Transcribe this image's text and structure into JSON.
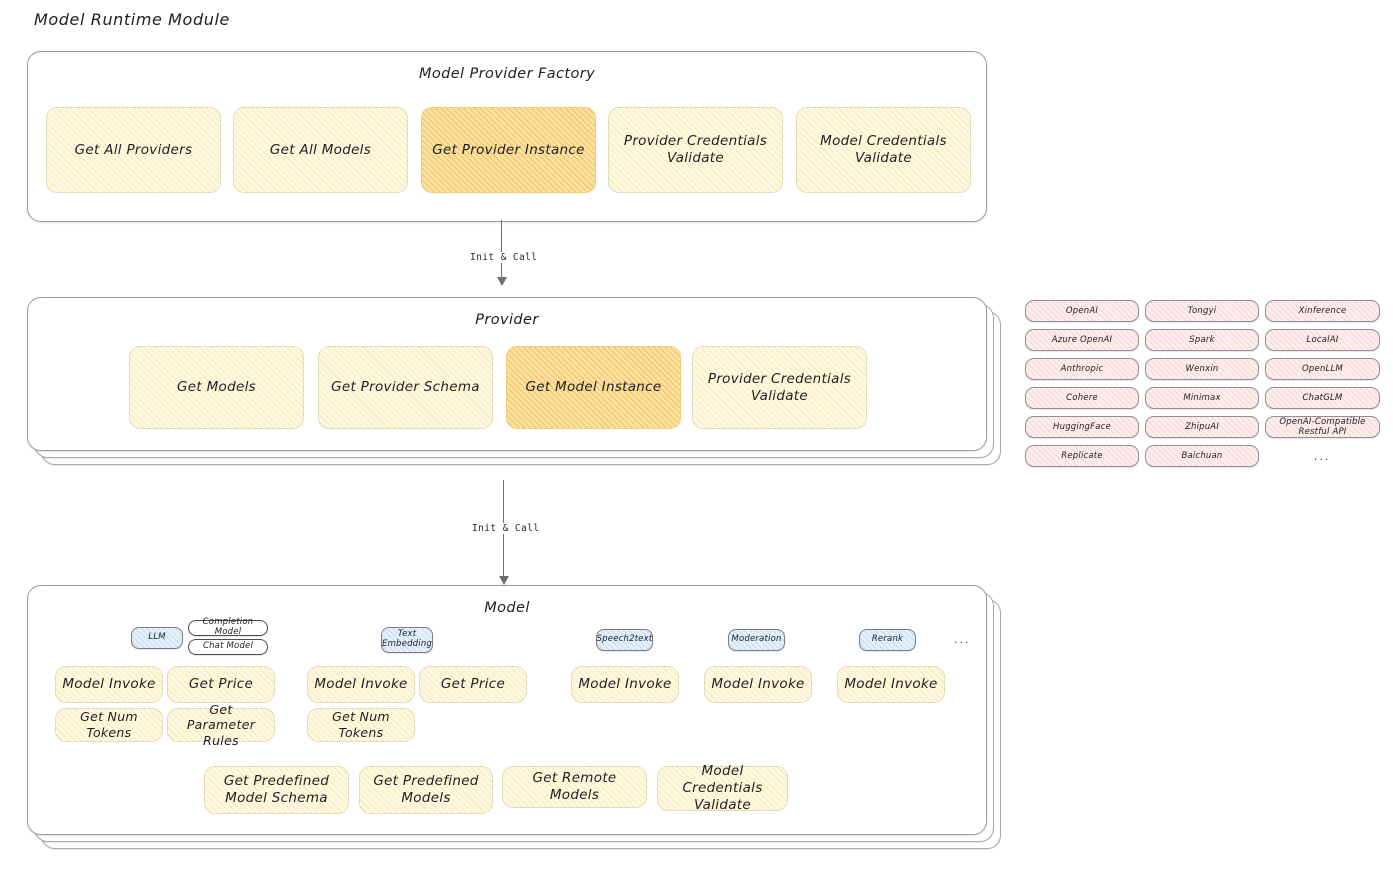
{
  "page": {
    "title": "Model Runtime Module"
  },
  "arrows": [
    {
      "label": "Init & Call"
    },
    {
      "label": "Init & Call"
    }
  ],
  "factory": {
    "title": "Model Provider Factory",
    "items": [
      {
        "label": "Get All Providers",
        "highlighted": false
      },
      {
        "label": "Get All Models",
        "highlighted": false
      },
      {
        "label": "Get Provider Instance",
        "highlighted": true
      },
      {
        "label": "Provider Credentials Validate",
        "highlighted": false
      },
      {
        "label": "Model Credentials Validate",
        "highlighted": false
      }
    ]
  },
  "provider": {
    "title": "Provider",
    "items": [
      {
        "label": "Get Models",
        "highlighted": false
      },
      {
        "label": "Get Provider Schema",
        "highlighted": false
      },
      {
        "label": "Get Model Instance",
        "highlighted": true
      },
      {
        "label": "Provider Credentials Validate",
        "highlighted": false
      }
    ]
  },
  "provider_list": {
    "columns": [
      {
        "items": [
          "OpenAI",
          "Azure OpenAI",
          "Anthropic",
          "Cohere",
          "HuggingFace",
          "Replicate"
        ]
      },
      {
        "items": [
          "Tongyi",
          "Spark",
          "Wenxin",
          "Minimax",
          "ZhipuAI",
          "Baichuan"
        ]
      },
      {
        "items": [
          "Xinference",
          "LocalAI",
          "OpenLLM",
          "ChatGLM",
          "OpenAI-Compatible Restful API"
        ]
      }
    ],
    "more": "..."
  },
  "model": {
    "title": "Model",
    "more": "...",
    "types": [
      {
        "label": "LLM",
        "sub": [
          "Completion Model",
          "Chat Model"
        ]
      },
      {
        "label": "Text Embedding",
        "sub": []
      },
      {
        "label": "Speech2text",
        "sub": []
      },
      {
        "label": "Moderation",
        "sub": []
      },
      {
        "label": "Rerank",
        "sub": []
      }
    ],
    "llm_ops": [
      {
        "label": "Model Invoke",
        "highlighted": true
      },
      {
        "label": "Get Price",
        "highlighted": false
      },
      {
        "label": "Get Num Tokens",
        "highlighted": false
      },
      {
        "label": "Get Parameter Rules",
        "highlighted": false
      }
    ],
    "embedding_ops": [
      {
        "label": "Model Invoke",
        "highlighted": true
      },
      {
        "label": "Get Price",
        "highlighted": false
      },
      {
        "label": "Get Num Tokens",
        "highlighted": false
      }
    ],
    "speech_ops": [
      {
        "label": "Model Invoke",
        "highlighted": true
      }
    ],
    "moderation_ops": [
      {
        "label": "Model Invoke",
        "highlighted": true
      }
    ],
    "rerank_ops": [
      {
        "label": "Model Invoke",
        "highlighted": true
      }
    ],
    "common_ops": [
      {
        "label": "Get Predefined Model Schema",
        "highlighted": false
      },
      {
        "label": "Get Predefined Models",
        "highlighted": false
      },
      {
        "label": "Get Remote Models",
        "highlighted": false
      },
      {
        "label": "Model Credentials Validate",
        "highlighted": false
      }
    ]
  },
  "colors": {
    "box_fill": "#fdf8e3",
    "box_fill_highlight": "#fbe2a4",
    "pill_fill": "#fdeeee",
    "type_pill_fill": "#e5f0fb",
    "border": "#9a9a9f",
    "text": "#1f1f23"
  }
}
